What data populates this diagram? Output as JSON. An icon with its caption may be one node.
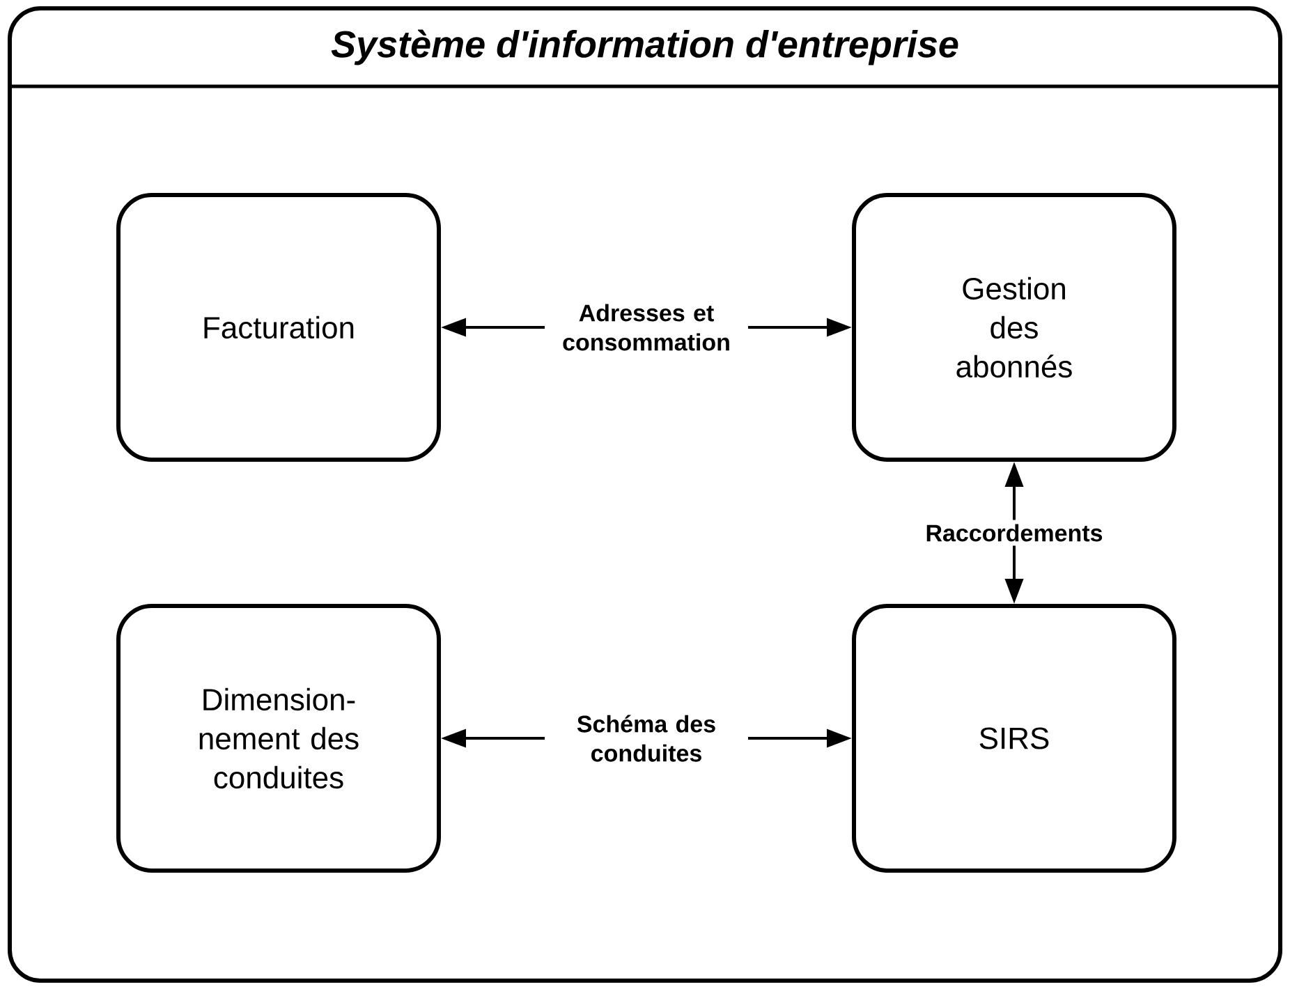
{
  "diagram": {
    "nodes": [
      {
        "text": [
          "Système d'information d'entreprise"
        ]
      },
      {
        "text": [
          "Facturation"
        ],
        "in": 0
      },
      {
        "text": [
          "Gestion des abonnés"
        ],
        "in": 0
      },
      {
        "text": [
          "Dimension- nement des conduites"
        ],
        "in": 0
      },
      {
        "text": [
          "SIRS"
        ],
        "in": 0
      }
    ],
    "edges": [
      {
        "from": 1,
        "to": 2,
        "arrow": "both",
        "label": "Adresses et consommation"
      },
      {
        "from": 2,
        "to": 4,
        "arrow": "both",
        "label": "Raccordements"
      },
      {
        "from": 3,
        "to": 4,
        "arrow": "both",
        "label": "Schéma des conduites"
      }
    ]
  }
}
